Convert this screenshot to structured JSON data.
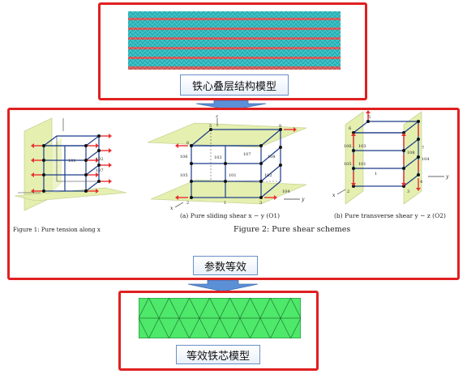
{
  "stages": {
    "top_label": "铁心叠层结构模型",
    "middle_label": "参数等效",
    "bottom_label": "等效铁芯模型"
  },
  "figures": {
    "fig1_caption": "Figure 1: Pure tension along x",
    "fig2a_caption": "(a) Pure sliding shear x − y (O1)",
    "fig2b_caption": "(b) Pure transverse shear y − z (O2)",
    "fig2_caption": "Figure 2: Pure shear schemes"
  },
  "colors": {
    "frame": "#e02020",
    "arrow": "#5b8fd6",
    "laminate_cyan": "#3cc4c8",
    "laminate_red": "#d86a6a",
    "equivalent_green": "#4ee86a",
    "plane_green": "#e4efb0"
  }
}
